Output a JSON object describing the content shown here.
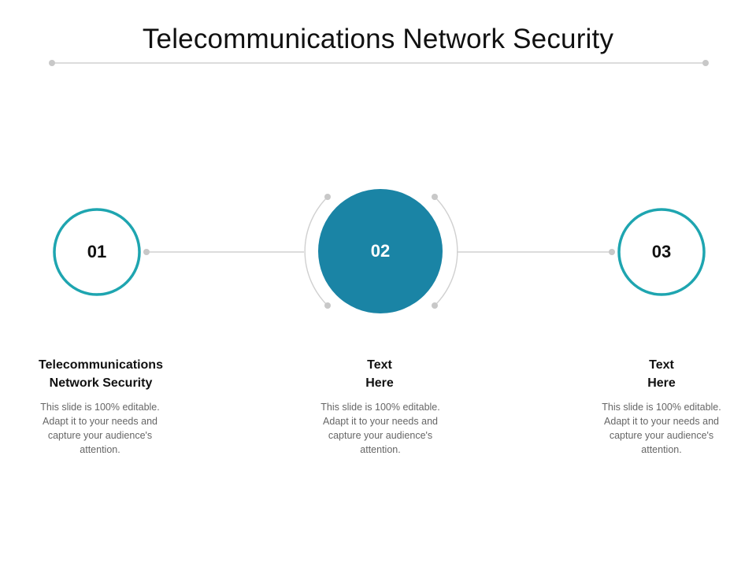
{
  "title": "Telecommunications Network Security",
  "colors": {
    "teal_ring": "#1ea5b0",
    "filled_circle": "#1a84a5",
    "connector": "#c8c8c8",
    "heading": "#111111",
    "body": "#666666"
  },
  "steps": [
    {
      "number": "01",
      "heading_lines": [
        "Telecommunications",
        "Network Security"
      ],
      "body": "This slide is 100% editable. Adapt it to your needs and capture your audience's attention."
    },
    {
      "number": "02",
      "heading_lines": [
        "Text",
        "Here"
      ],
      "body": "This slide is 100% editable. Adapt it to your needs and capture your audience's attention."
    },
    {
      "number": "03",
      "heading_lines": [
        "Text",
        "Here"
      ],
      "body": "This slide is 100% editable. Adapt it to your needs and capture your audience's attention."
    }
  ]
}
